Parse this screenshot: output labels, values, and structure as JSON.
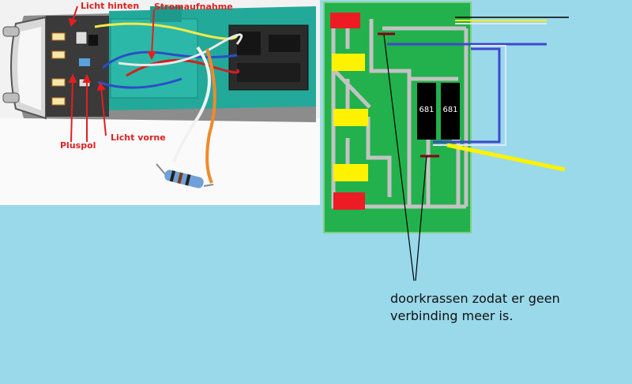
{
  "photo": {
    "labels": {
      "licht_hinten": "Licht hinten",
      "stromaufnahme": "Stromaufnahme",
      "pluspol": "Pluspol",
      "licht_vorne": "Licht vorne"
    }
  },
  "pcb": {
    "chip_left": "681",
    "chip_right": "681"
  },
  "note": {
    "text": "doorkrassen zodat er geen verbinding meer is."
  },
  "colors": {
    "background": "#99d9ea",
    "board": "#22b14c",
    "trace": "#c8c8c8",
    "pad_red": "#ed1c24",
    "pad_yellow": "#fff200",
    "wire_blue": "#3f48cc",
    "wire_yellow": "#ffff00",
    "cut_mark": "#880015"
  }
}
